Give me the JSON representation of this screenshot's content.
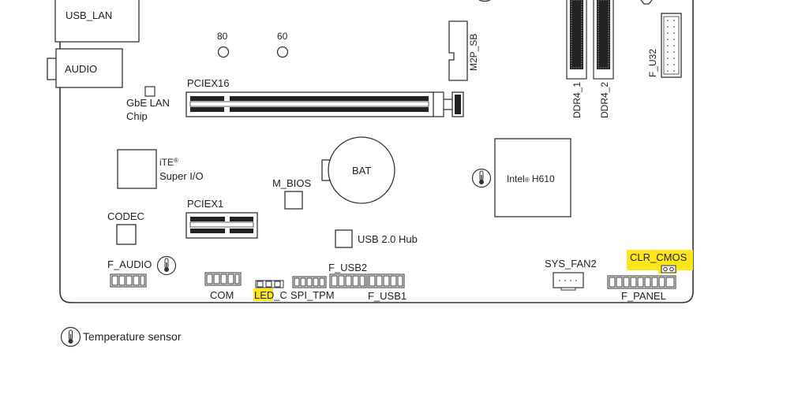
{
  "diagram": {
    "board_outline_color": "#333333",
    "highlight_color": "#FFE61A",
    "labels": {
      "usb_lan": "USB_LAN",
      "audio": "AUDIO",
      "cap_80": "80",
      "cap_60": "60",
      "m2p_sb": "M2P_SB",
      "ddr4_1": "DDR4_1",
      "ddr4_2": "DDR4_2",
      "f_u32": "F_U32",
      "pciex16": "PCIEX16",
      "gbe_lan_1": "GbE LAN",
      "gbe_lan_2": "Chip",
      "ite_1": "iTE",
      "ite_reg": "®",
      "ite_2": "Super I/O",
      "bat": "BAT",
      "m_bios": "M_BIOS",
      "intel": "Intel",
      "intel_reg": "®",
      "h610": " H610",
      "codec": "CODEC",
      "pciex1": "PCIEX1",
      "usb20_hub": "USB 2.0 Hub",
      "f_audio": "F_AUDIO",
      "com": "COM",
      "led_c_hl": "LED",
      "led_c_rest": "_C",
      "spi_tpm": "SPI_TPM",
      "f_usb2": "F_USB2",
      "f_usb1": "F_USB1",
      "sys_fan2": "SYS_FAN2",
      "clr_cmos": "CLR_CMOS",
      "f_panel": "F_PANEL"
    }
  },
  "legend": {
    "icon": "thermometer-icon",
    "label": "Temperature sensor"
  }
}
